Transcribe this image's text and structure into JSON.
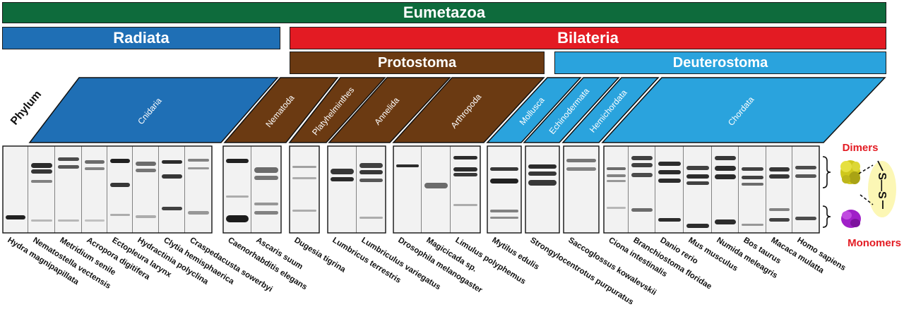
{
  "clades": {
    "eumetazoa": "Eumetazoa",
    "radiata": "Radiata",
    "bilateria": "Bilateria",
    "protostoma": "Protostoma",
    "deuterostoma": "Deuterostoma"
  },
  "phylum_header": "Phylum",
  "colors": {
    "eumetazoa": "#0e6b3c",
    "radiata": "#1f6fb5",
    "bilateria": "#e31b23",
    "protostoma": "#6b3a12",
    "deuterostoma": "#2aa3dd"
  },
  "phyla": [
    {
      "name": "Cnidaria",
      "group": "radiata"
    },
    {
      "name": "Nematoda",
      "group": "protostoma"
    },
    {
      "name": "Platyhelminthes",
      "group": "protostoma"
    },
    {
      "name": "Annelida",
      "group": "protostoma"
    },
    {
      "name": "Arthropoda",
      "group": "protostoma"
    },
    {
      "name": "Mollusca",
      "group": "deuterostoma"
    },
    {
      "name": "Echinodermata",
      "group": "deuterostoma"
    },
    {
      "name": "Hemichordata",
      "group": "deuterostoma"
    },
    {
      "name": "Chordata",
      "group": "deuterostoma"
    }
  ],
  "species": [
    "Hydra magnipapillata",
    "Nematostella vectensis",
    "Metridium senile",
    "Acropora digitifera",
    "Ectopleura larynx",
    "Hydractinia polyclina",
    "Clytia hemisphaerica",
    "Craspedacusta sowerbyi",
    "Caenorhabditis elegans",
    "Ascaris suum",
    "Dugesia tigrina",
    "Lumbricus terrestris",
    "Lumbriculus variegatus",
    "Drosophila melanogaster",
    "Magicicada sp.",
    "Limulus polyphemus",
    "Mytilus edulis",
    "Strongylocentrotus purpuratus",
    "Saccoglossus kowalevskii",
    "Ciona intestinalis",
    "Branchiostoma floridae",
    "Danio rerio",
    "Mus musculus",
    "Numida meleagris",
    "Bos taurus",
    "Macaca mulatta",
    "Homo sapiens"
  ],
  "legend": {
    "dimers": "Dimers",
    "monomers": "Monomers",
    "bond": "S—S",
    "dimer_color": "#d4cf1e",
    "monomer_color": "#a020c8",
    "label_color": "#e31b23"
  }
}
